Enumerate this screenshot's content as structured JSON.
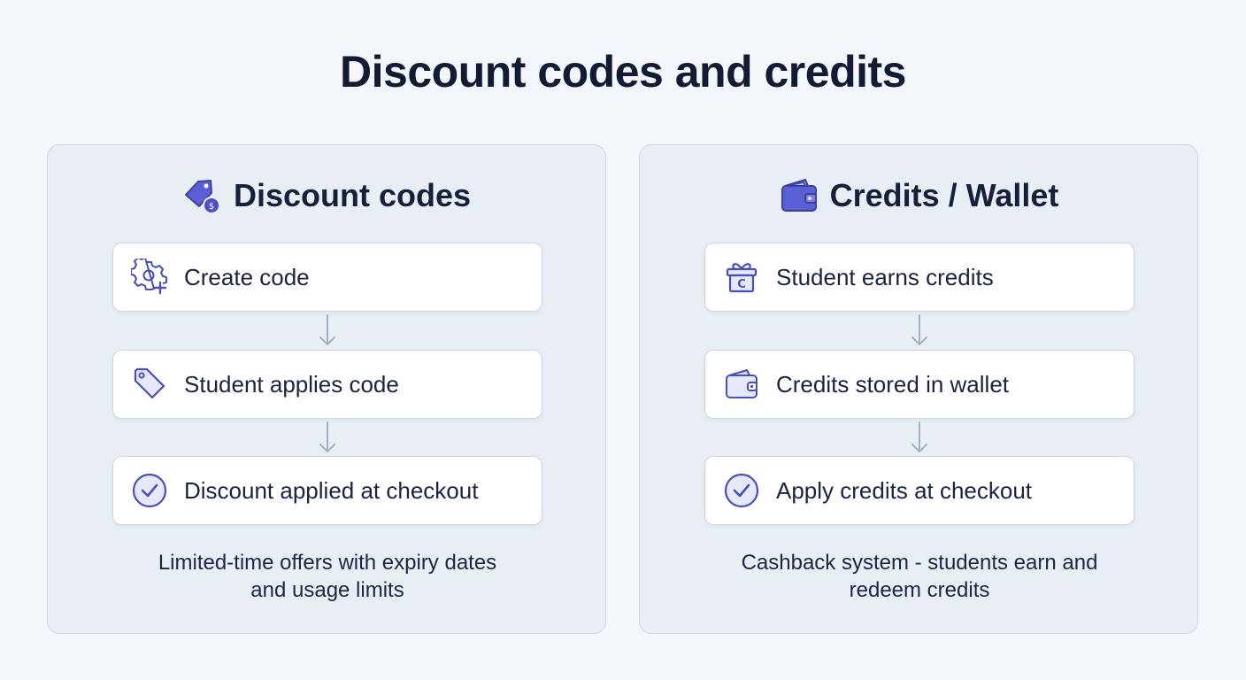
{
  "page": {
    "title": "Discount codes and credits"
  },
  "colors": {
    "accent": "#5b5fd6",
    "accent_dark": "#3b3f9e",
    "panel_bg": "#e9eef5",
    "card_bg": "#ffffff"
  },
  "panels": [
    {
      "title": "Discount codes",
      "icon": "price-tag-icon",
      "steps": [
        {
          "label": "Create code",
          "icon": "gear-plus-icon"
        },
        {
          "label": "Student applies code",
          "icon": "tag-icon"
        },
        {
          "label": "Discount applied at checkout",
          "icon": "check-circle-icon"
        }
      ],
      "caption": [
        "Limited-time offers with expiry dates",
        "and usage limits"
      ]
    },
    {
      "title": "Credits / Wallet",
      "icon": "wallet-icon",
      "steps": [
        {
          "label": "Student earns credits",
          "icon": "gift-icon"
        },
        {
          "label": "Credits stored in wallet",
          "icon": "wallet-icon"
        },
        {
          "label": "Apply credits at checkout",
          "icon": "check-circle-icon"
        }
      ],
      "caption": [
        "Cashback system - students earn and",
        "redeem credits"
      ]
    }
  ]
}
